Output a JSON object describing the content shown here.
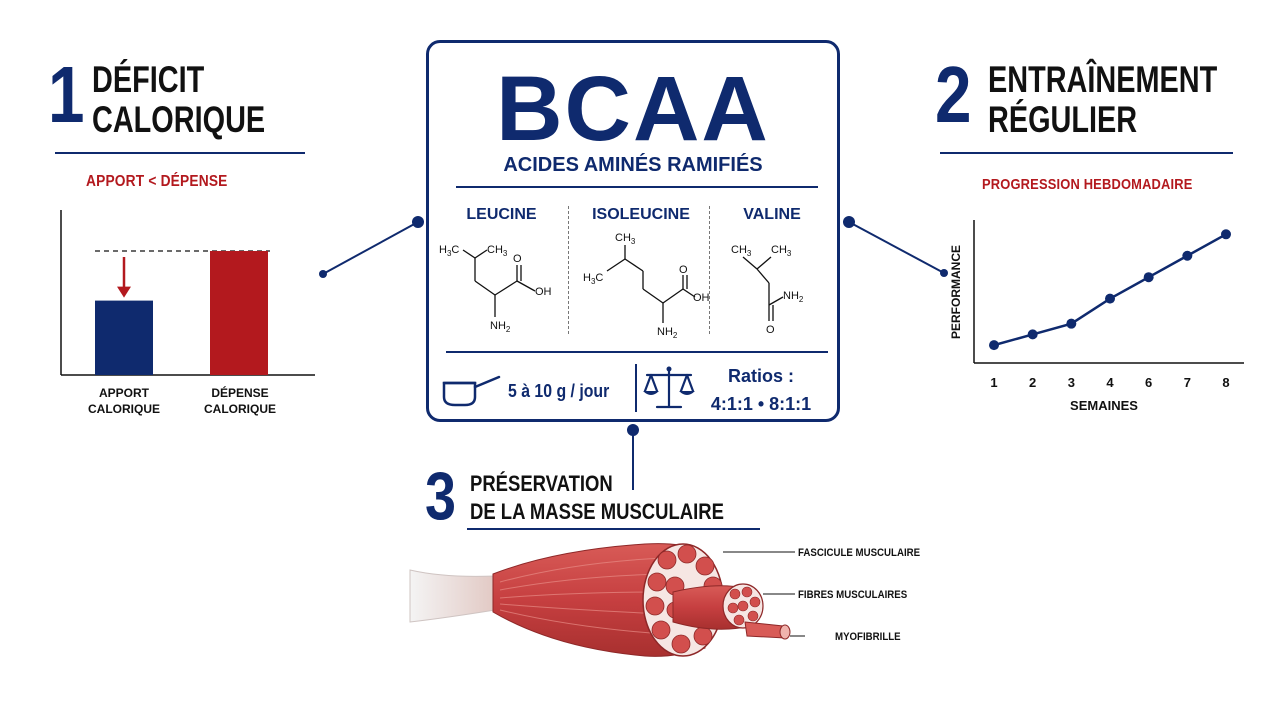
{
  "bcaa": {
    "title": "BCAA",
    "subtitle": "ACIDES AMINÉS RAMIFIÉS",
    "amino_acids": [
      {
        "name": "LEUCINE"
      },
      {
        "name": "ISOLEUCINE"
      },
      {
        "name": "VALINE"
      }
    ],
    "dose": "5 à 10 g / jour",
    "ratios_label": "Ratios :",
    "ratios_values": "4:1:1 • 8:1:1"
  },
  "section1": {
    "number": "1",
    "title_line1": "DÉFICIT",
    "title_line2": "CALORIQUE",
    "subtitle": "APPORT < DÉPENSE",
    "bar1_label_line1": "APPORT",
    "bar1_label_line2": "CALORIQUE",
    "bar2_label_line1": "DÉPENSE",
    "bar2_label_line2": "CALORIQUE"
  },
  "section2": {
    "number": "2",
    "title_line1": "ENTRAÎNEMENT",
    "title_line2": "RÉGULIER",
    "subtitle": "PROGRESSION HEBDOMADAIRE"
  },
  "section3": {
    "number": "3",
    "title_line1": "PRÉSERVATION",
    "title_line2": "DE LA MASSE MUSCULAIRE",
    "callouts": [
      "FASCICULE MUSCULAIRE",
      "FIBRES MUSCULAIRES",
      "MYOFIBRILLE"
    ]
  },
  "colors": {
    "navy": "#0f2a6e",
    "red": "#b3191e",
    "muscle": "#c9494a"
  },
  "chart_data": [
    {
      "type": "bar",
      "categories": [
        "APPORT CALORIQUE",
        "DÉPENSE CALORIQUE"
      ],
      "values": [
        60,
        100
      ],
      "colors": [
        "#0f2a6e",
        "#b3191e"
      ],
      "title": "APPORT < DÉPENSE",
      "grid": false
    },
    {
      "type": "line",
      "title": "PROGRESSION HEBDOMADAIRE",
      "xlabel": "SEMAINES",
      "ylabel": "PERFORMANCE",
      "categories": [
        "1",
        "2",
        "3",
        "4",
        "6",
        "7",
        "8"
      ],
      "values": [
        1.0,
        1.6,
        2.2,
        3.6,
        4.8,
        6.0,
        7.2
      ],
      "ylim": [
        0,
        8
      ],
      "grid": false
    }
  ]
}
